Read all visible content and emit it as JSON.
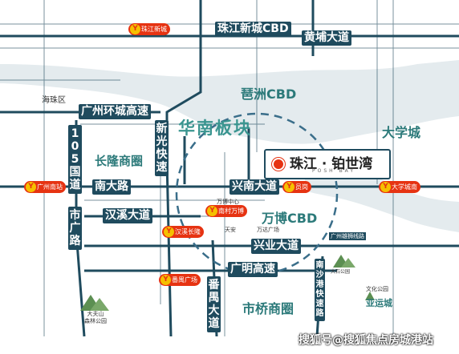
{
  "colors": {
    "road": "#1f4b5e",
    "river": "#dde4e8",
    "area_text": "#2c7a7a",
    "metro": "#e63312",
    "metro_icon": "#f5c000",
    "circle": "#3a6e8a"
  },
  "roads": {
    "zhujiang_xincheng_cbd": "珠江新城CBD",
    "huangpu": "黄埔大道",
    "guangzhou_ring": "广州环城高速",
    "guo105": "105国道",
    "xinguang": "新光快速",
    "nan_dadao": "南大路",
    "xingnan": "兴南大道",
    "hanxi": "汉溪大道",
    "shiguang": "市广路",
    "xingye": "兴业大道",
    "guangming": "广明高速",
    "panyu": "番禺大道",
    "nansha": "南沙港快速路"
  },
  "areas": {
    "haizhu": "海珠区",
    "pazhou_cbd": "琶洲CBD",
    "huanan": "华南板块",
    "daxuecheng": "大学城",
    "changlong": "长隆商圈",
    "wanbo_cbd": "万博CBD",
    "shiqiao": "市桥商圈",
    "yayuncheng": "亚运城",
    "wenhua_park": "文化公园",
    "dafu_mountain": "大夫山\n森林公园",
    "dashi_park": "大石公园"
  },
  "metro": {
    "zhujiang_xincheng": "珠江新城",
    "guangzhou_nan": "广州南站",
    "nancun_wanbo": "南村万博",
    "hanxi_changlong": "汉溪长隆",
    "panyu_guangchang": "番禺广场",
    "yuanjiang": "员岗",
    "daxuecheng_nan": "大学城南"
  },
  "project": {
    "name": "珠江 · 铂世湾",
    "english": "POSH BAY"
  },
  "labels": {
    "wanbo_center": "万博中心",
    "tianan": "天安",
    "xiongguan": "广州雄狮线路",
    "wanda": "万达广场"
  },
  "watermark": "搜狐号@搜狐焦点房城港站"
}
